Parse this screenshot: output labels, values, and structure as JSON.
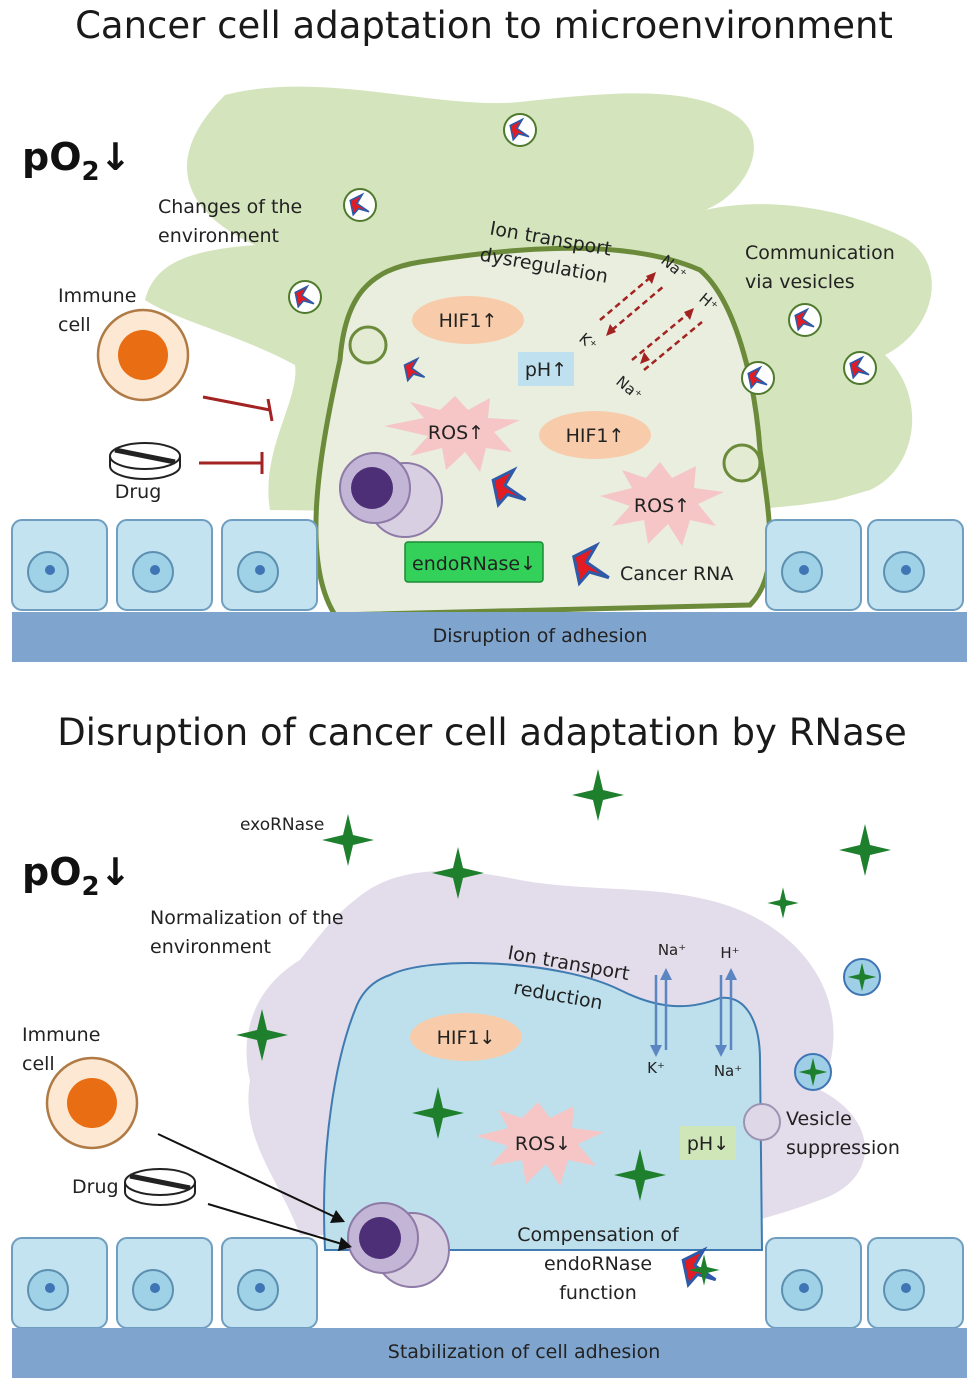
{
  "top": {
    "title": "Cancer cell adaptation to microenvironment",
    "po2": "pO",
    "po2_sub": "2",
    "po2_arrow": "↓",
    "environment_label": [
      "Changes of the",
      "environment"
    ],
    "immune_label": [
      "Immune",
      "cell"
    ],
    "drug_label": "Drug",
    "ion_label": [
      "Ion transport",
      "dysregulation"
    ],
    "ions": [
      "Na⁺",
      "K⁺",
      "H⁺",
      "Na⁺"
    ],
    "vesicle_label": [
      "Communication",
      "via vesicles"
    ],
    "hif1_a": "HIF1↑",
    "hif1_b": "HIF1↑",
    "ph": "pH↑",
    "ros_a": "ROS↑",
    "ros_b": "ROS↑",
    "endornase": "endoRNase↓",
    "cancer_rna": "Cancer RNA",
    "adhesion": "Disruption of adhesion"
  },
  "bottom": {
    "title": "Disruption of cancer cell adaptation by RNase",
    "po2": "pO",
    "po2_sub": "2",
    "po2_arrow": "↓",
    "exornase": "exoRNase",
    "environment_label": [
      "Normalization of the",
      "environment"
    ],
    "immune_label": [
      "Immune",
      "cell"
    ],
    "drug_label": "Drug",
    "ion_label": [
      "Ion transport",
      "reduction"
    ],
    "ions": [
      "Na⁺",
      "H⁺",
      "K⁺",
      "Na⁺"
    ],
    "vesicle_label": [
      "Vesicle",
      "suppression"
    ],
    "hif1": "HIF1↓",
    "ros": "ROS↓",
    "ph": "pH↓",
    "compensation": [
      "Compensation of",
      "endoRNase",
      "function"
    ],
    "adhesion": "Stabilization of cell adhesion"
  },
  "colors": {
    "env_green": "#d4e4bc",
    "cell_membrane": "#6b8a3a",
    "cell_inner": "#e9eedf",
    "env_lilac": "#e3dcea",
    "cell_blue": "#bde0ec",
    "epithelium": "#c2e3ef",
    "basement": "#7fa5cf",
    "hif": "#f8ccaa",
    "ros": "#f6c6c6",
    "endornase": "#33d15a",
    "star": "#1e7f2c",
    "immune_nucleus": "#e96d12",
    "immune_cyto": "#fde8d3",
    "red_arrow": "#a32222"
  },
  "icons": [
    "rna-fragment-icon",
    "star-rnase-icon",
    "drug-pill-icon",
    "vesicle-icon",
    "immune-cell-icon",
    "burst-ros-icon",
    "ion-arrow-icon"
  ]
}
